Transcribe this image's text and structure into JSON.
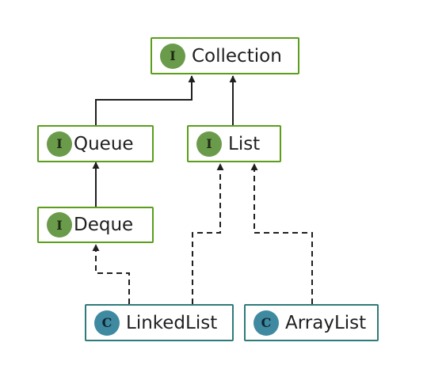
{
  "diagram": {
    "colors": {
      "interface_border": "#5a9e1a",
      "interface_badge": "#6a9b4b",
      "class_border": "#2f7a7a",
      "class_badge": "#3f8aa0",
      "edge": "#1f1f1f"
    },
    "nodes": {
      "collection": {
        "label": "Collection",
        "kind": "interface",
        "badge": "I"
      },
      "queue": {
        "label": "Queue",
        "kind": "interface",
        "badge": "I"
      },
      "list": {
        "label": "List",
        "kind": "interface",
        "badge": "I"
      },
      "deque": {
        "label": "Deque",
        "kind": "interface",
        "badge": "I"
      },
      "linkedlist": {
        "label": "LinkedList",
        "kind": "class",
        "badge": "C"
      },
      "arraylist": {
        "label": "ArrayList",
        "kind": "class",
        "badge": "C"
      }
    },
    "edges": [
      {
        "from": "Queue",
        "to": "Collection",
        "style": "solid"
      },
      {
        "from": "List",
        "to": "Collection",
        "style": "solid"
      },
      {
        "from": "Deque",
        "to": "Queue",
        "style": "solid"
      },
      {
        "from": "LinkedList",
        "to": "Deque",
        "style": "dashed"
      },
      {
        "from": "LinkedList",
        "to": "List",
        "style": "dashed"
      },
      {
        "from": "ArrayList",
        "to": "List",
        "style": "dashed"
      }
    ]
  }
}
